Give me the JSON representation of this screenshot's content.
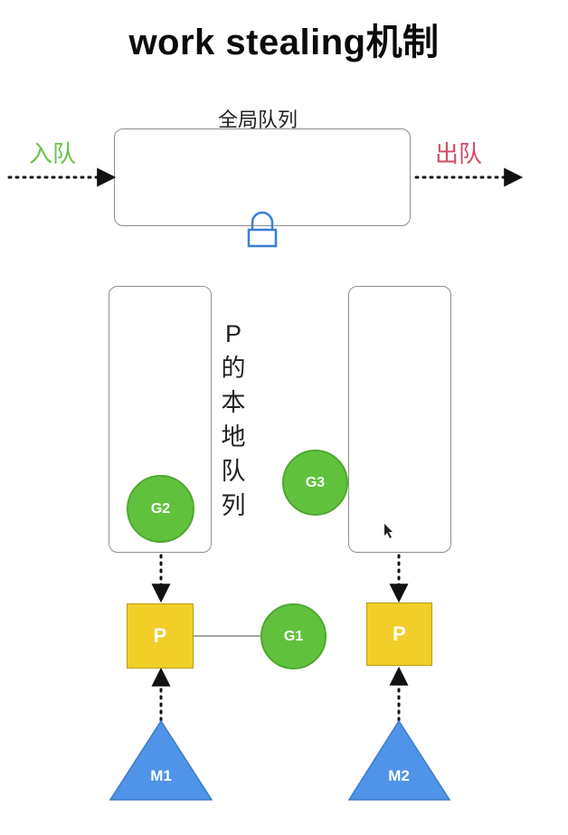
{
  "title": "work stealing机制",
  "global_queue": {
    "label": "全局队列"
  },
  "enqueue": {
    "label": "入队",
    "color": "#6cc24a"
  },
  "dequeue": {
    "label": "出队",
    "color": "#d24a63"
  },
  "local_queue": {
    "label_chars": [
      "P",
      "的",
      "本",
      "地",
      "队",
      "列"
    ]
  },
  "goroutines": {
    "g1": "G1",
    "g2": "G2",
    "g3": "G3",
    "color": "#60c13d"
  },
  "processors": {
    "left": "P",
    "right": "P",
    "color": "#f1cf28"
  },
  "machines": {
    "m1": "M1",
    "m2": "M2",
    "color": "#4f94e8"
  },
  "icons": {
    "lock": "lock-icon",
    "cursor": "cursor-icon"
  }
}
